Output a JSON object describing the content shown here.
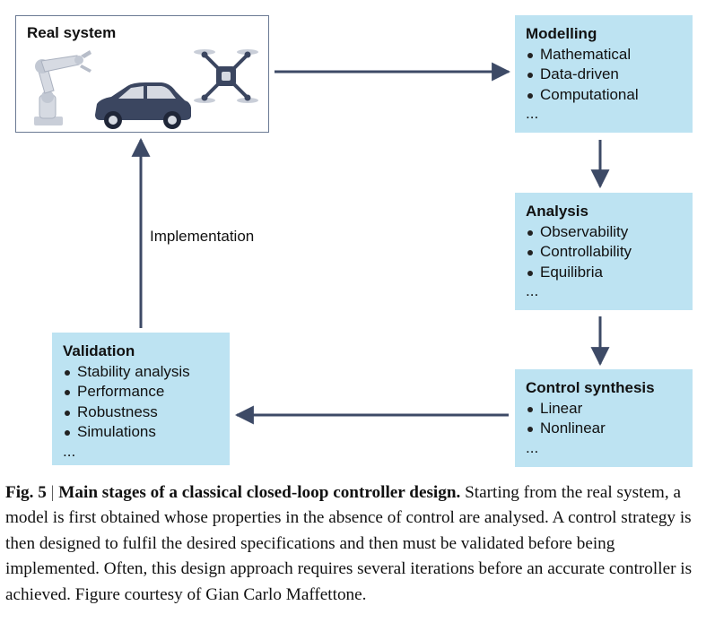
{
  "real_system": {
    "title": "Real system",
    "icons": [
      "robot-arm-icon",
      "car-icon",
      "drone-icon"
    ]
  },
  "modelling": {
    "title": "Modelling",
    "items": [
      "Mathematical",
      "Data-driven",
      "Computational"
    ],
    "more": "..."
  },
  "analysis": {
    "title": "Analysis",
    "items": [
      "Observability",
      "Controllability",
      "Equilibria"
    ],
    "more": "..."
  },
  "control_synthesis": {
    "title": "Control synthesis",
    "items": [
      "Linear",
      "Nonlinear"
    ],
    "more": "..."
  },
  "validation": {
    "title": "Validation",
    "items": [
      "Stability analysis",
      "Performance",
      "Robustness",
      "Simulations"
    ],
    "more": "..."
  },
  "implementation_label": "Implementation",
  "caption": {
    "fig": "Fig. 5",
    "sep": " | ",
    "bold": "Main stages of a classical closed-loop controller design.",
    "text": " Starting from the real system, a model is first obtained whose properties in the absence of control are analysed. A control strategy is then designed to fulfil the desired specifications and then must be validated before being implemented. Often, this design approach requires several iterations before an accurate controller is achieved. Figure courtesy of Gian Carlo Maffettone."
  },
  "colors": {
    "box_fill": "#bde3f2",
    "arrow": "#3d4a66",
    "real_system_border": "#6b7a94",
    "icon_dark": "#3b4660",
    "icon_light": "#d6dae2"
  }
}
